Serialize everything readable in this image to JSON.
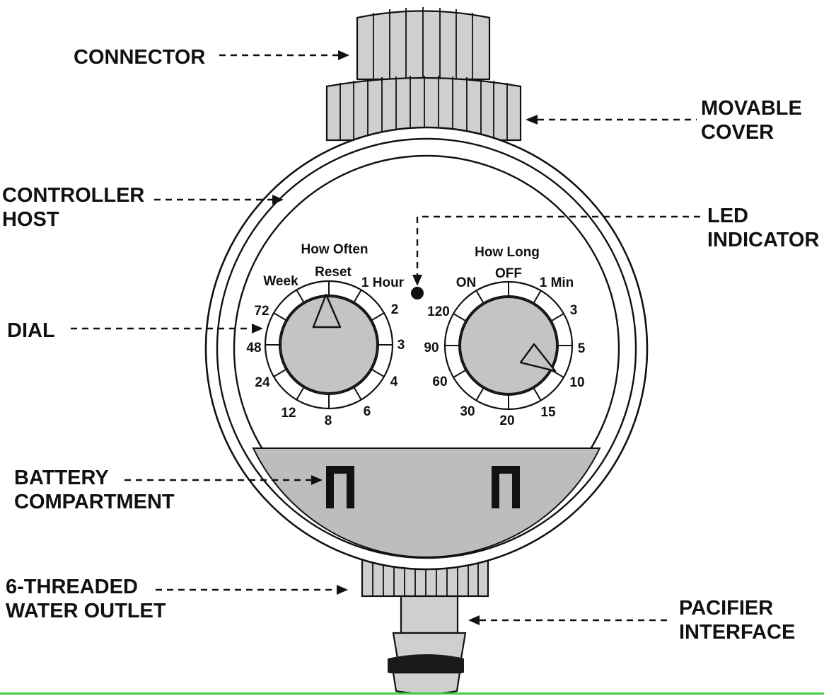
{
  "labels": {
    "connector": "CONNECTOR",
    "movable_cover": [
      "MOVABLE",
      "COVER"
    ],
    "controller_host": [
      "CONTROLLER",
      "HOST"
    ],
    "led_indicator": [
      "LED",
      "INDICATOR"
    ],
    "dial": "DIAL",
    "battery_compartment": [
      "BATTERY",
      "COMPARTMENT"
    ],
    "water_outlet": [
      "6-THREADED",
      "WATER OUTLET"
    ],
    "pacifier_interface": [
      "PACIFIER",
      "INTERFACE"
    ]
  },
  "left_dial": {
    "title": "How Often",
    "reset": "Reset",
    "ticks": [
      "Week",
      "1 Hour",
      "72",
      "2",
      "48",
      "3",
      "24",
      "4",
      "12",
      "8",
      "6"
    ]
  },
  "right_dial": {
    "title": "How Long",
    "ticks": [
      "ON",
      "OFF",
      "1 Min",
      "120",
      "3",
      "90",
      "5",
      "60",
      "10",
      "30",
      "20",
      "15"
    ]
  },
  "colors": {
    "line": "#111111",
    "dial_fill": "#c4c4c4",
    "battery_fill": "#bdbdbd",
    "connector_fill": "#cfcfcf",
    "bottom_line": "#44cc44"
  }
}
